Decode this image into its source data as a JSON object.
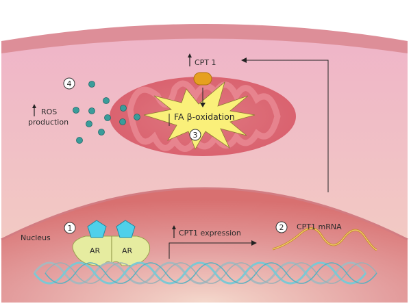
{
  "labels": {
    "cpt1_protein": "CPT 1",
    "ros_line1": "ROS",
    "ros_line2": "production",
    "fa_oxidation": "FA β-oxidation",
    "nucleus": "Nucleus",
    "ar_left": "AR",
    "ar_right": "AR",
    "cpt1_expression": "CPT1 expression",
    "cpt1_mrna": "CPT1 mRNA"
  },
  "steps": [
    "1",
    "2",
    "3",
    "4"
  ],
  "colors": {
    "cytoplasm": "#f0b9c8",
    "membrane": "#df8f98",
    "mitochondrion": "#d8606c",
    "nucleus": "#dc8080",
    "starburst": "#faf07a",
    "ros_dots": "#3a9c9a",
    "cpt1_protein": "#e6a020",
    "androgen": "#4fd0ea",
    "ar_receptor": "#e6eca0",
    "dna_strand_a": "#7cc8d4",
    "dna_strand_b": "#a8b8be"
  }
}
